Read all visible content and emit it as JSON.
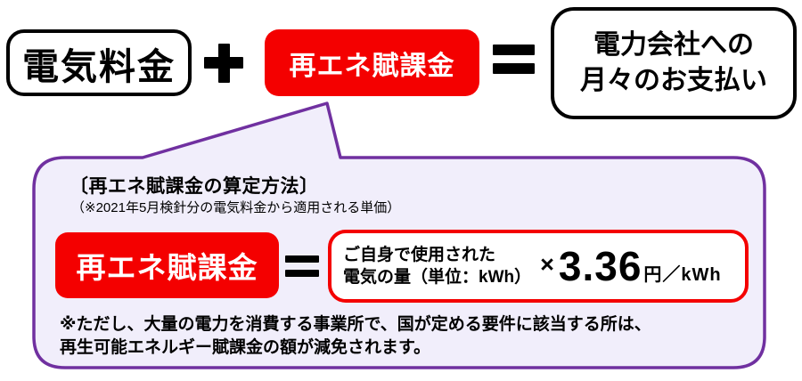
{
  "equation": {
    "electricity_label": "電気料金",
    "plus_symbol": "+",
    "surcharge_label": "再エネ賦課金",
    "equals_symbol": "=",
    "payment_line1": "電力会社への",
    "payment_line2": "月々のお支払い"
  },
  "bubble": {
    "title": "〔再エネ賦課金の算定方法〕",
    "subtitle": "（※2021年5月検針分の電気料金から適用される単価）",
    "surcharge_label": "再エネ賦課金",
    "equals_symbol": "=",
    "formula": {
      "usage_line1": "ご自身で使用された",
      "usage_line2": "電気の量（単位：kWh）",
      "multiply_symbol": "×",
      "rate_value": "3.36",
      "rate_unit": "円／kWh"
    },
    "note_line1": "※ただし、大量の電力を消費する事業所で、国が定める要件に該当する所は、",
    "note_line2": "再生可能エネルギー賦課金の額が減免されます。"
  },
  "colors": {
    "accent_red": "#f40000",
    "bubble_border_purple": "#7030a0",
    "bubble_fill": "#f1eefb",
    "text_black": "#000000"
  }
}
